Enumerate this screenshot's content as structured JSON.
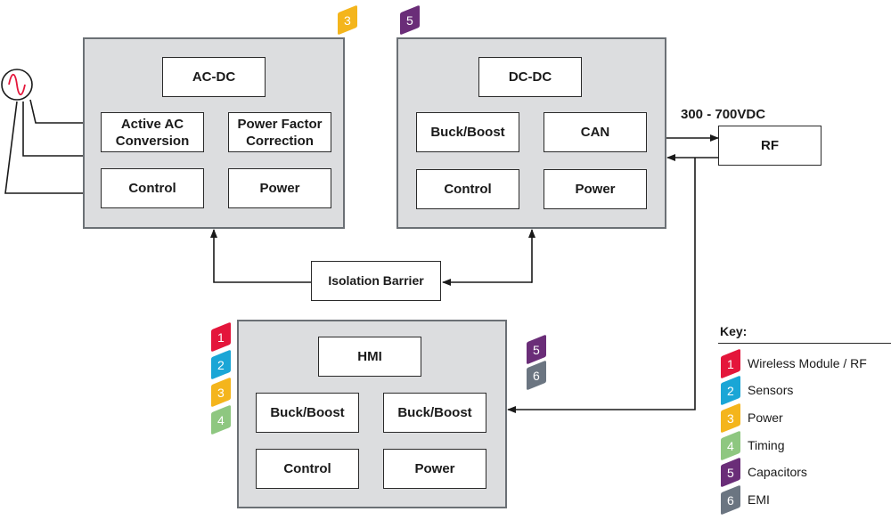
{
  "blocks": {
    "acdc": {
      "title": "AC-DC",
      "items": [
        "Active AC\nConversion",
        "Power Factor\nCorrection",
        "Control",
        "Power"
      ],
      "tag": "3"
    },
    "dcdc": {
      "title": "DC-DC",
      "items": [
        "Buck/Boost",
        "CAN",
        "Control",
        "Power"
      ],
      "tag": "5"
    },
    "hmi": {
      "title": "HMI",
      "items": [
        "Buck/Boost",
        "Buck/Boost",
        "Control",
        "Power"
      ],
      "tags_left": [
        "1",
        "2",
        "3",
        "4"
      ],
      "tags_right": [
        "5",
        "6"
      ]
    }
  },
  "rf": {
    "label": "RF",
    "voltage": "300 - 700VDC"
  },
  "isolation": {
    "label": "Isolation Barrier"
  },
  "key": {
    "title": "Key:",
    "items": [
      {
        "num": "1",
        "label": "Wireless Module / RF",
        "color": "#e4163b"
      },
      {
        "num": "2",
        "label": "Sensors",
        "color": "#1aa6d6"
      },
      {
        "num": "3",
        "label": "Power",
        "color": "#f4b51c"
      },
      {
        "num": "4",
        "label": "Timing",
        "color": "#8ec780"
      },
      {
        "num": "5",
        "label": "Capacitors",
        "color": "#6a2d78"
      },
      {
        "num": "6",
        "label": "EMI",
        "color": "#6b7581"
      }
    ]
  }
}
